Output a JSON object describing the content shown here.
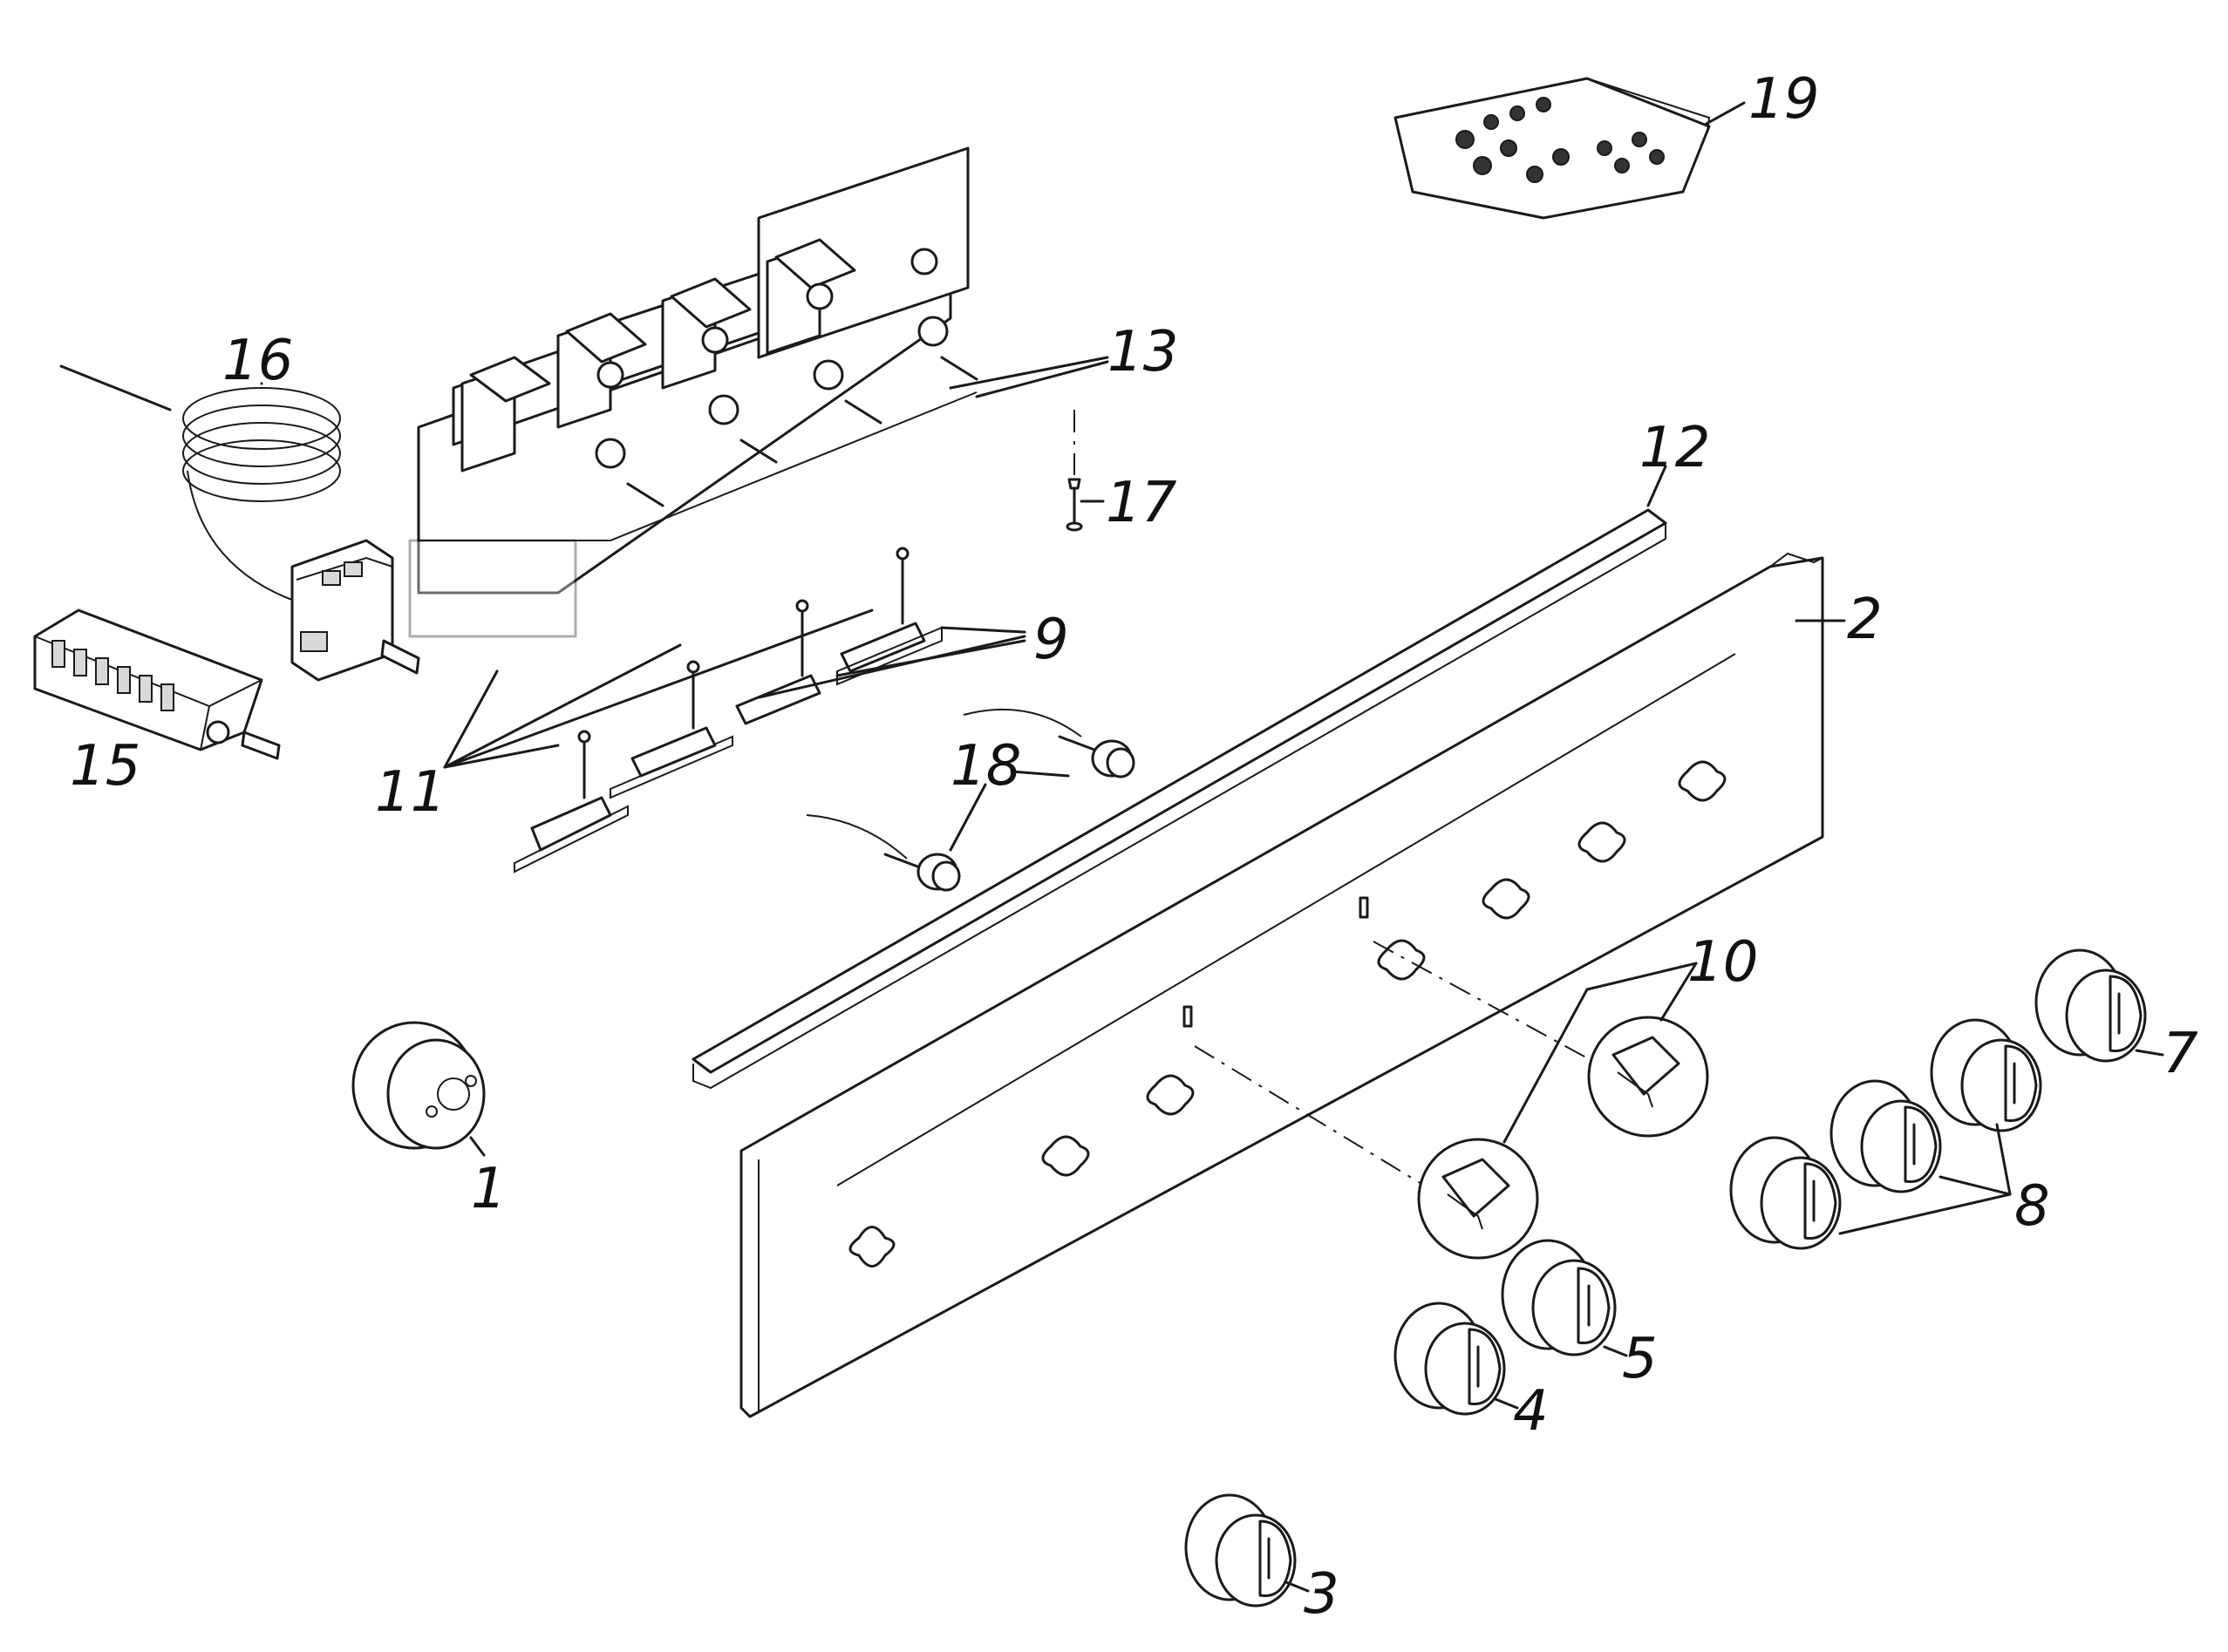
{
  "labels": {
    "p1": "1",
    "p2": "2",
    "p3": "3",
    "p4": "4",
    "p5": "5",
    "p7": "7",
    "p8": "8",
    "p9": "9",
    "p10": "10",
    "p11": "11",
    "p12": "12",
    "p13": "13",
    "p15": "15",
    "p16": "16",
    "p17": "17",
    "p18": "18",
    "p19": "19"
  }
}
